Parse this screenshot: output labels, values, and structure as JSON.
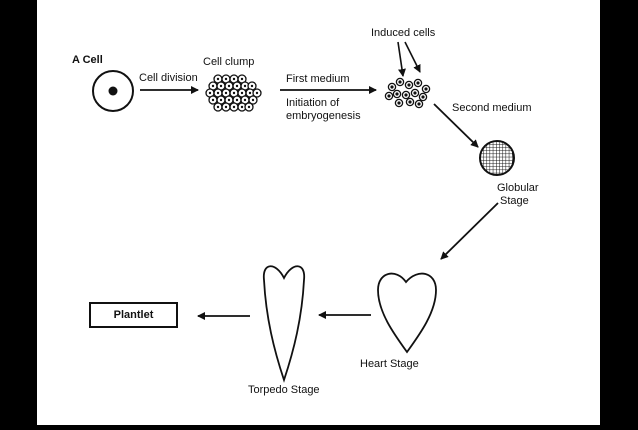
{
  "labels": {
    "a_cell": "A Cell",
    "cell_division": "Cell division",
    "cell_clump": "Cell clump",
    "first_medium": "First medium",
    "initiation_line1": "Initiation of",
    "initiation_line2": "embryogenesis",
    "induced_cells": "Induced cells",
    "second_medium": "Second medium",
    "globular_line1": "Globular",
    "globular_line2": "Stage",
    "heart_stage": "Heart Stage",
    "torpedo_stage": "Torpedo Stage",
    "plantlet": "Plantlet"
  },
  "colors": {
    "background": "#000000",
    "canvas": "#ffffff",
    "ink": "#111111"
  }
}
